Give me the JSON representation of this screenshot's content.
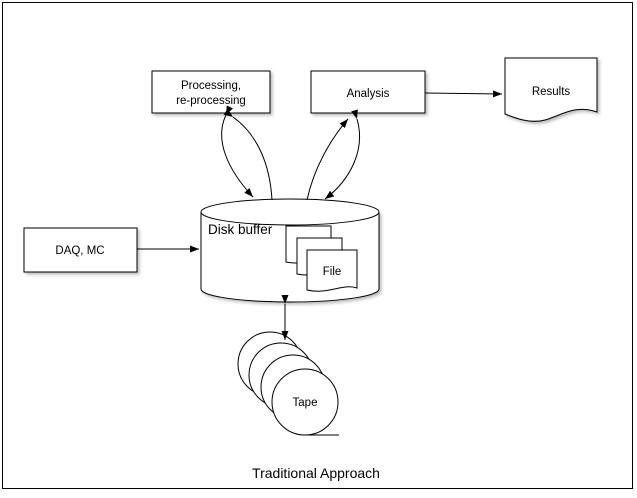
{
  "diagram": {
    "processing_label_line1": "Processing,",
    "processing_label_line2": "re-processing",
    "analysis_label": "Analysis",
    "results_label": "Results",
    "daq_label": "DAQ, MC",
    "disk_buffer_label": "Disk buffer",
    "file_label": "File",
    "tape_label": "Tape",
    "caption": "Traditional Approach"
  }
}
